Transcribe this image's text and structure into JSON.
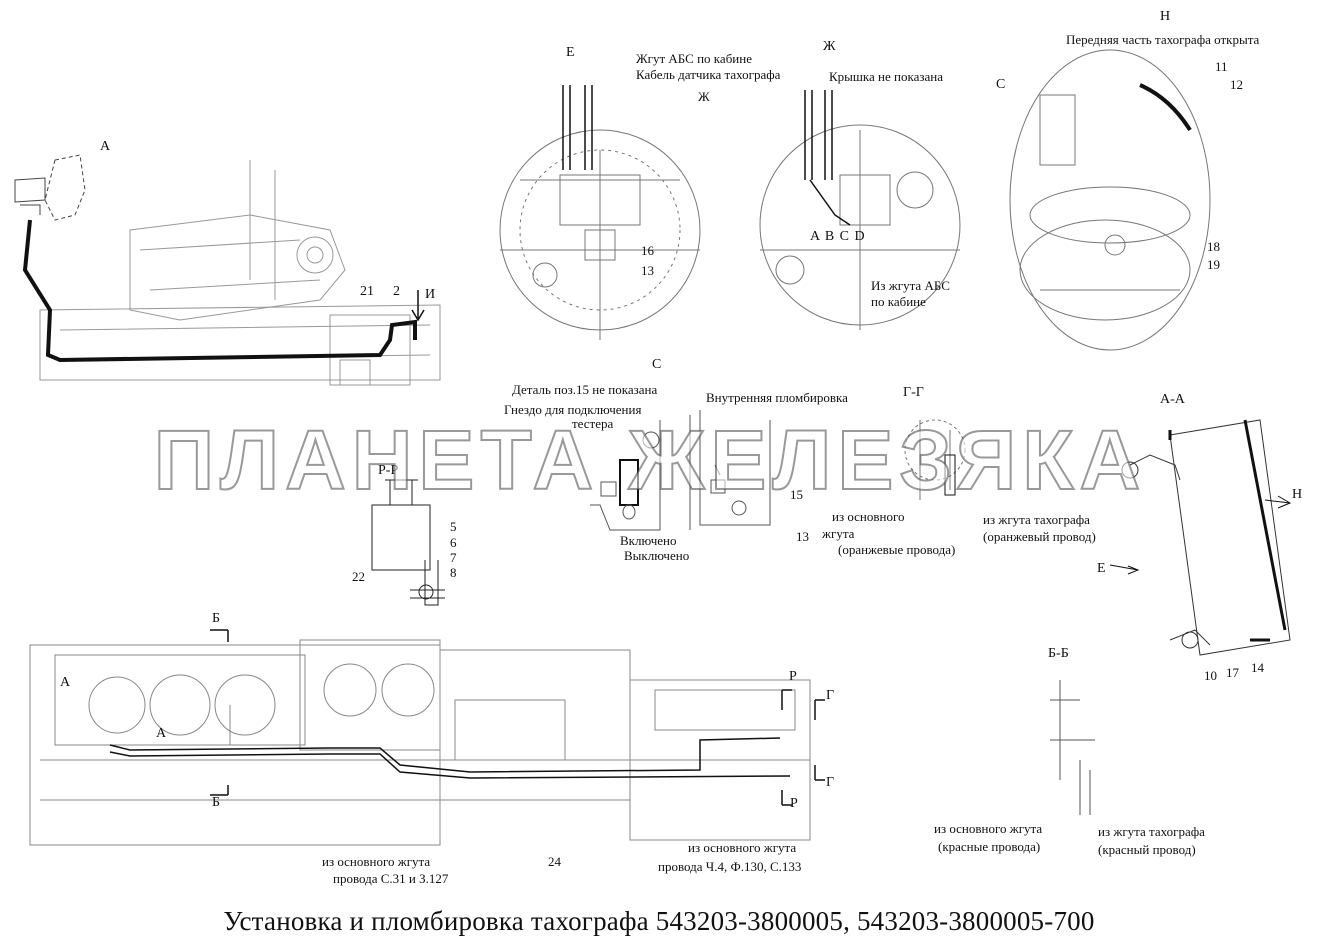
{
  "title": "Установка и пломбировка тахографа 543203-3800005, 543203-3800005-700",
  "watermark": "ПЛАНЕТА ЖЕЛЕЗЯКА",
  "views": {
    "E": {
      "view": "Е",
      "callout_abs": "Жгут АБС по кабине",
      "callout_cable": "Кабель датчика тахографа",
      "ref": "Ж",
      "num_16": "16",
      "num_13": "13"
    },
    "Zh": {
      "view": "Ж",
      "callout_cover": "Крышка не показана",
      "pin_labels": "A B C D",
      "callout_from_abs_1": "Из жгута АБС",
      "callout_from_abs_2": "по кабине"
    },
    "N": {
      "view": "Н",
      "callout_front": "Передняя часть тахографа открыта",
      "ref_c": "С",
      "num_11": "11",
      "num_12": "12",
      "num_18": "18",
      "num_19": "19"
    },
    "C": {
      "view": "С",
      "note_detail": "Деталь поз.15 не показана",
      "note_socket_1": "Гнездо для подключения",
      "note_socket_2": "тестера",
      "note_inner": "Внутренняя пломбировка",
      "on": "Включено",
      "off": "Выключено",
      "num_15": "15",
      "num_13": "13"
    },
    "GG": {
      "view": "Г-Г",
      "from_main_1": "из основного",
      "from_main_2": "жгута",
      "from_main_3": "(оранжевые провода)",
      "from_tacho_1": "из жгута тахографа",
      "from_tacho_2": "(оранжевый провод)"
    },
    "AA": {
      "view": "А-А",
      "arrow_n": "Н",
      "arrow_e": "Е",
      "num_10": "10",
      "num_17": "17",
      "num_14": "14"
    },
    "PP": {
      "view": "Р-Р",
      "num_5": "5",
      "num_6": "6",
      "num_7": "7",
      "num_8": "8",
      "num_22": "22"
    },
    "BB": {
      "view": "Б-Б",
      "from_main_1": "из основного жгута",
      "from_main_2": "(красные провода)",
      "from_tacho_1": "из жгута тахографа",
      "from_tacho_2": "(красный провод)"
    },
    "chassis": {
      "ref_a": "А",
      "num_21": "21",
      "num_2": "2",
      "ref_i": "И"
    },
    "dash": {
      "ref_b_top": "Б",
      "ref_b_bottom": "Б",
      "ref_a_left": "А",
      "ref_a_right": "А",
      "ref_r_top": "Р",
      "ref_r_bottom": "Р",
      "ref_g_top": "Г",
      "ref_g_bottom": "Г",
      "num_24": "24",
      "wire_left_1": "из основного жгута",
      "wire_left_2": "провода С.31 и З.127",
      "wire_right_1": "из основного жгута",
      "wire_right_2": "провода Ч.4, Ф.130, С.133"
    }
  }
}
